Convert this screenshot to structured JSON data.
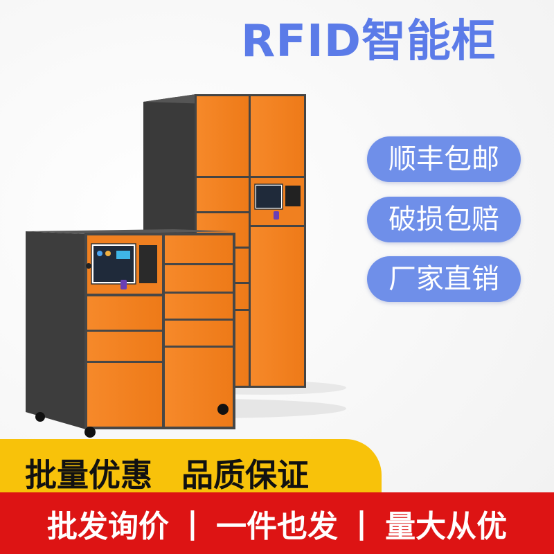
{
  "title": "RFID智能柜",
  "badges": [
    "顺丰包邮",
    "破损包赔",
    "厂家直销"
  ],
  "promo_line1": [
    "批量优惠",
    "品质保证"
  ],
  "promo_line2": [
    "批发询价",
    "|",
    "一件也发",
    "|",
    "量大从优"
  ],
  "colors": {
    "title": "#5b7be8",
    "badge": "#6f8fe9",
    "locker_orange": "#f2801f",
    "locker_dark": "#3a3a3a",
    "yellow_band": "#f8c20a",
    "red_band": "#dd1414"
  }
}
